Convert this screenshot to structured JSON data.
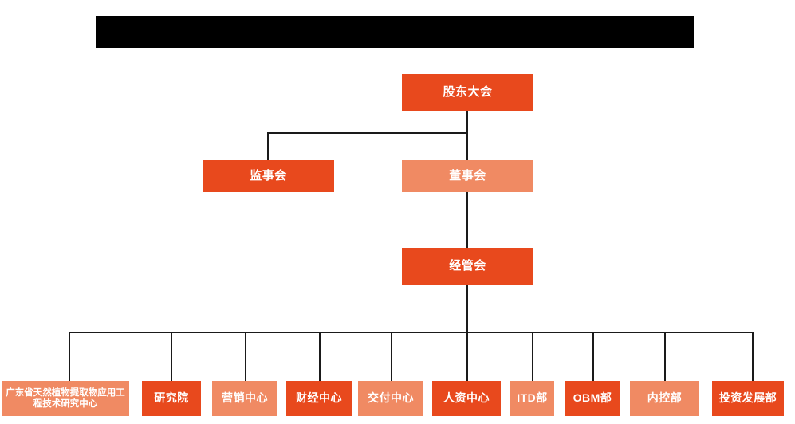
{
  "page": {
    "background_color": "#ffffff",
    "line_color": "#1a1a1a"
  },
  "banner": {
    "name": "redacted-title-banner",
    "color": "#000000",
    "text": ""
  },
  "colors": {
    "dark_orange": "#E8491D",
    "light_orange": "#F08A63",
    "text": "#ffffff"
  },
  "chart_data": {
    "type": "diagram",
    "title": "",
    "levels": [
      {
        "level": 1,
        "nodes": [
          {
            "id": "shareholders",
            "label": "股东大会",
            "style": "dark"
          }
        ]
      },
      {
        "level": 2,
        "nodes": [
          {
            "id": "supervisors",
            "label": "监事会",
            "style": "dark"
          },
          {
            "id": "directors",
            "label": "董事会",
            "style": "light"
          }
        ]
      },
      {
        "level": 3,
        "nodes": [
          {
            "id": "management",
            "label": "经管会",
            "style": "dark"
          }
        ]
      },
      {
        "level": 4,
        "nodes": [
          {
            "id": "eng-center",
            "label": "广东省天然植物提取物应用工程技术研究中心",
            "style": "light"
          },
          {
            "id": "research-institute",
            "label": "研究院",
            "style": "dark"
          },
          {
            "id": "marketing-center",
            "label": "营销中心",
            "style": "light"
          },
          {
            "id": "finance-center",
            "label": "财经中心",
            "style": "dark"
          },
          {
            "id": "delivery-center",
            "label": "交付中心",
            "style": "light"
          },
          {
            "id": "hr-center",
            "label": "人资中心",
            "style": "dark"
          },
          {
            "id": "itd-dept",
            "label": "ITD部",
            "style": "light"
          },
          {
            "id": "obm-dept",
            "label": "OBM部",
            "style": "dark"
          },
          {
            "id": "internal-control-dept",
            "label": "内控部",
            "style": "light"
          },
          {
            "id": "investment-dev-dept",
            "label": "投资发展部",
            "style": "dark"
          }
        ]
      }
    ],
    "edges": [
      {
        "from": "shareholders",
        "to": "supervisors"
      },
      {
        "from": "shareholders",
        "to": "directors"
      },
      {
        "from": "directors",
        "to": "management"
      },
      {
        "from": "management",
        "to": "eng-center"
      },
      {
        "from": "management",
        "to": "research-institute"
      },
      {
        "from": "management",
        "to": "marketing-center"
      },
      {
        "from": "management",
        "to": "finance-center"
      },
      {
        "from": "management",
        "to": "delivery-center"
      },
      {
        "from": "management",
        "to": "hr-center"
      },
      {
        "from": "management",
        "to": "itd-dept"
      },
      {
        "from": "management",
        "to": "obm-dept"
      },
      {
        "from": "management",
        "to": "internal-control-dept"
      },
      {
        "from": "management",
        "to": "investment-dev-dept"
      }
    ]
  }
}
